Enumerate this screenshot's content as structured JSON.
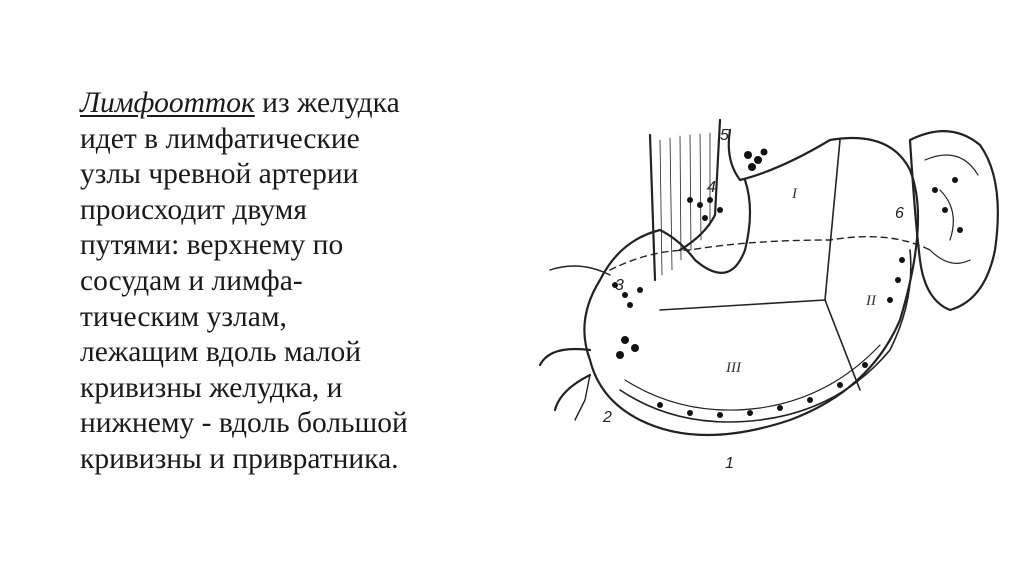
{
  "text": {
    "term": "Лимфоотток",
    "line1_rest": " из желудка",
    "line2": "идет в лимфатические",
    "line3": "узлы чревной артерии",
    "line4": "происходит двумя",
    "line5": "путями: верхнему по",
    "line6": "сосудам и лимфа-",
    "line7": "тическим узлам,",
    "line8": "лежащим вдоль малой",
    "line9": "кривизны желудка, и",
    "line10": "нижнему - вдоль большой",
    "line11": "кривизны и привратника."
  },
  "figure": {
    "labels": {
      "n1": "1",
      "n2": "2",
      "n3": "3",
      "n4": "4",
      "n5": "5",
      "n6": "6",
      "r1": "I",
      "r2": "II",
      "r3": "III"
    }
  }
}
